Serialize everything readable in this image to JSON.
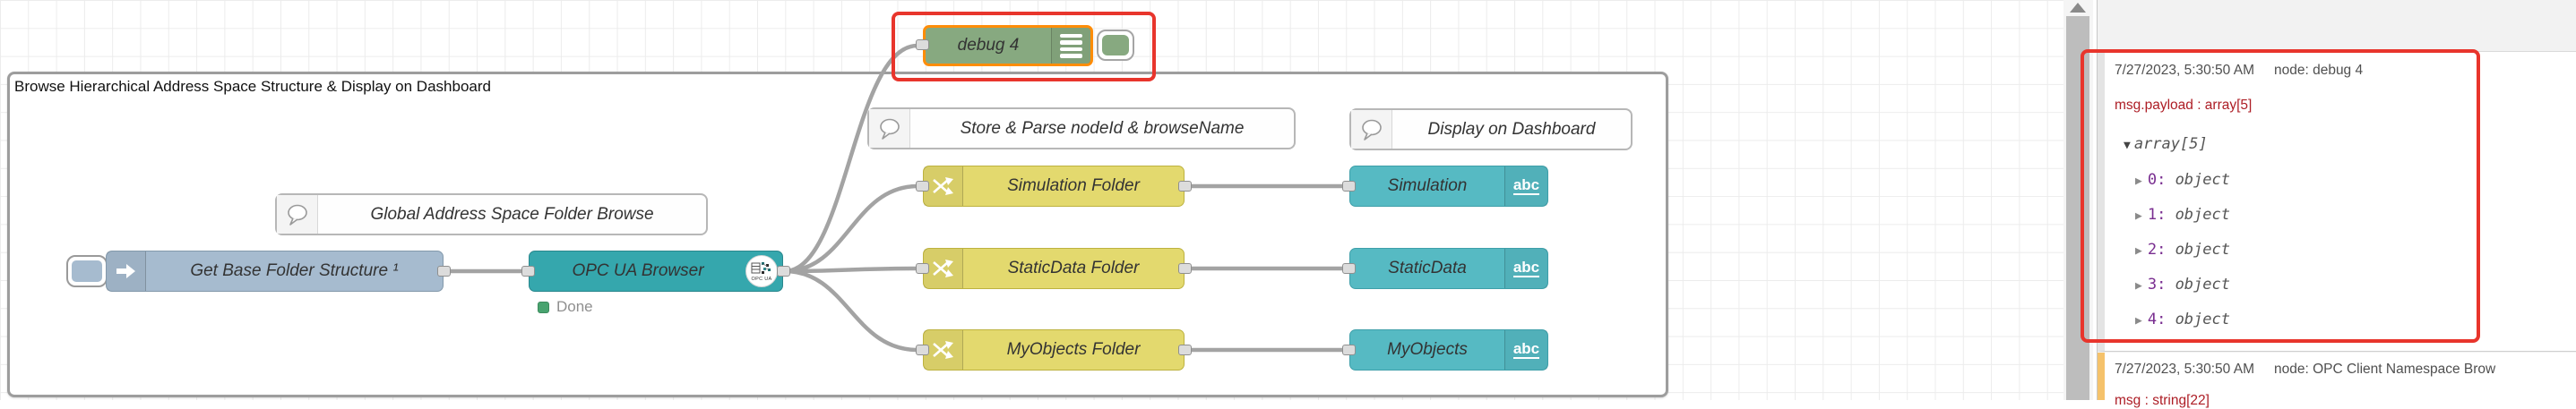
{
  "canvas": {
    "group": {
      "title": "Browse Hierarchical Address Space Structure & Display on Dashboard"
    },
    "debug_node": {
      "label": "debug 4"
    },
    "inject_node": {
      "label": "Get Base Folder Structure ¹"
    },
    "opcua_node": {
      "label": "OPC UA Browser",
      "icon_caption": "OPC UA",
      "status": "Done"
    },
    "comment_nodes": [
      {
        "label": "Global Address Space Folder Browse"
      },
      {
        "label": "Store & Parse nodeId & browseName"
      },
      {
        "label": "Display on Dashboard"
      }
    ],
    "change_nodes": [
      {
        "label": "Simulation Folder"
      },
      {
        "label": "StaticData Folder"
      },
      {
        "label": "MyObjects Folder"
      }
    ],
    "text_nodes": [
      {
        "label": "Simulation",
        "icon": "abc"
      },
      {
        "label": "StaticData",
        "icon": "abc"
      },
      {
        "label": "MyObjects",
        "icon": "abc"
      }
    ]
  },
  "sidebar": {
    "messages": [
      {
        "timestamp": "7/27/2023, 5:30:50 AM",
        "source": "node: debug 4",
        "summary": "msg.payload : array[5]",
        "root": "array[5]",
        "items": [
          {
            "key": "0:",
            "type": "object"
          },
          {
            "key": "1:",
            "type": "object"
          },
          {
            "key": "2:",
            "type": "object"
          },
          {
            "key": "3:",
            "type": "object"
          },
          {
            "key": "4:",
            "type": "object"
          }
        ]
      },
      {
        "timestamp": "7/27/2023, 5:30:50 AM",
        "source": "node: OPC Client Namespace Brow",
        "summary": "msg : string[22]"
      }
    ]
  },
  "colors": {
    "debug_node": "#87a980",
    "inject_node": "#a6bbcf",
    "opcua_node": "#35a7ad",
    "change_node": "#e3d96e",
    "text_node": "#56bac3",
    "selected_outline": "#ff8d09",
    "annotation_red": "#e8352c",
    "warn_border": "#f5c26b",
    "summary_red": "#ad1d25",
    "status_green": "#48a36f",
    "wire_gray": "#a3a3a3"
  }
}
